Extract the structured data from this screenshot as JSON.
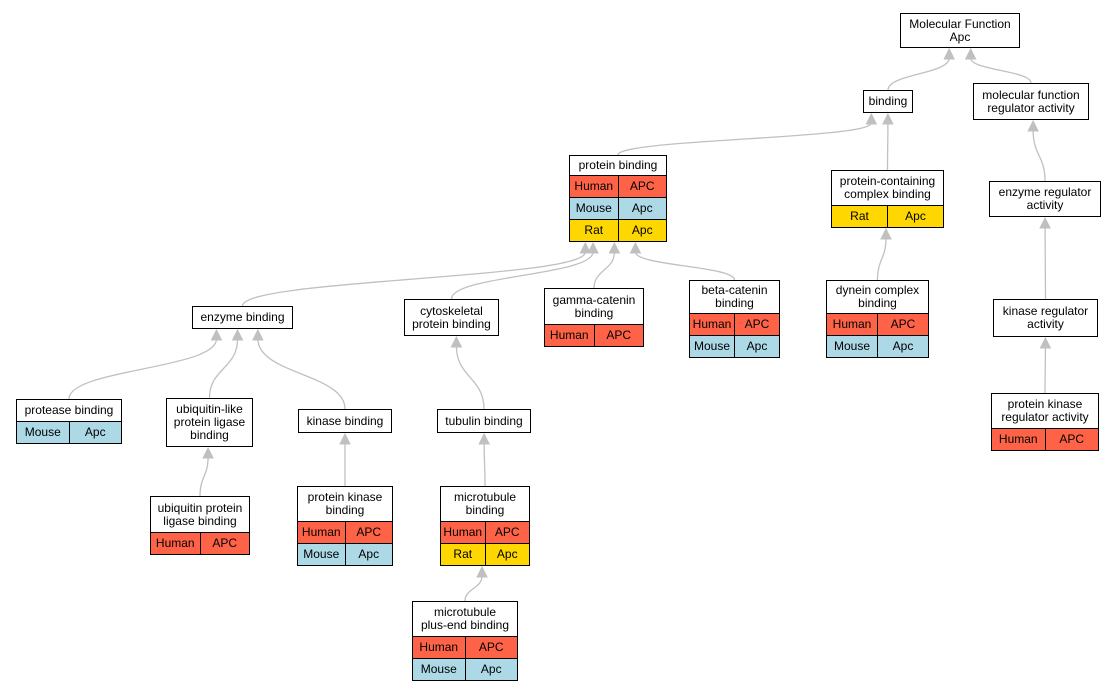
{
  "colors": {
    "human": "#ff6347",
    "mouse": "#add8e6",
    "rat": "#ffd700",
    "edge": "#c0c0c0"
  },
  "nodes": {
    "root": {
      "title": "Molecular Function\nApc",
      "rows": []
    },
    "binding": {
      "title": "binding",
      "rows": []
    },
    "mfra": {
      "title": "molecular function\nregulator activity",
      "rows": []
    },
    "protein_binding": {
      "title": "protein binding",
      "rows": [
        {
          "species": "Human",
          "gene": "APC",
          "key": "human"
        },
        {
          "species": "Mouse",
          "gene": "Apc",
          "key": "mouse"
        },
        {
          "species": "Rat",
          "gene": "Apc",
          "key": "rat"
        }
      ]
    },
    "pccb": {
      "title": "protein-containing\ncomplex binding",
      "rows": [
        {
          "species": "Rat",
          "gene": "Apc",
          "key": "rat"
        }
      ]
    },
    "era": {
      "title": "enzyme regulator\nactivity",
      "rows": []
    },
    "enzyme_binding": {
      "title": "enzyme binding",
      "rows": []
    },
    "cytoskeletal": {
      "title": "cytoskeletal\nprotein binding",
      "rows": []
    },
    "gamma": {
      "title": "gamma-catenin\nbinding",
      "rows": [
        {
          "species": "Human",
          "gene": "APC",
          "key": "human"
        }
      ]
    },
    "beta": {
      "title": "beta-catenin\nbinding",
      "rows": [
        {
          "species": "Human",
          "gene": "APC",
          "key": "human"
        },
        {
          "species": "Mouse",
          "gene": "Apc",
          "key": "mouse"
        }
      ]
    },
    "dynein": {
      "title": "dynein complex\nbinding",
      "rows": [
        {
          "species": "Human",
          "gene": "APC",
          "key": "human"
        },
        {
          "species": "Mouse",
          "gene": "Apc",
          "key": "mouse"
        }
      ]
    },
    "kra": {
      "title": "kinase regulator\nactivity",
      "rows": []
    },
    "protease": {
      "title": "protease binding",
      "rows": [
        {
          "species": "Mouse",
          "gene": "Apc",
          "key": "mouse"
        }
      ]
    },
    "ubl": {
      "title": "ubiquitin-like\nprotein ligase\nbinding",
      "rows": []
    },
    "kinase": {
      "title": "kinase binding",
      "rows": []
    },
    "tubulin": {
      "title": "tubulin binding",
      "rows": []
    },
    "pkra": {
      "title": "protein kinase\nregulator activity",
      "rows": [
        {
          "species": "Human",
          "gene": "APC",
          "key": "human"
        }
      ]
    },
    "upl": {
      "title": "ubiquitin protein\nligase binding",
      "rows": [
        {
          "species": "Human",
          "gene": "APC",
          "key": "human"
        }
      ]
    },
    "pkb": {
      "title": "protein kinase\nbinding",
      "rows": [
        {
          "species": "Human",
          "gene": "APC",
          "key": "human"
        },
        {
          "species": "Mouse",
          "gene": "Apc",
          "key": "mouse"
        }
      ]
    },
    "mtb": {
      "title": "microtubule\nbinding",
      "rows": [
        {
          "species": "Human",
          "gene": "APC",
          "key": "human"
        },
        {
          "species": "Rat",
          "gene": "Apc",
          "key": "rat"
        }
      ]
    },
    "mtpe": {
      "title": "microtubule\nplus-end binding",
      "rows": [
        {
          "species": "Human",
          "gene": "APC",
          "key": "human"
        },
        {
          "species": "Mouse",
          "gene": "Apc",
          "key": "mouse"
        }
      ]
    }
  },
  "edges": [
    [
      "binding",
      "root"
    ],
    [
      "mfra",
      "root"
    ],
    [
      "protein_binding",
      "binding"
    ],
    [
      "pccb",
      "binding"
    ],
    [
      "era",
      "mfra"
    ],
    [
      "enzyme_binding",
      "protein_binding"
    ],
    [
      "cytoskeletal",
      "protein_binding"
    ],
    [
      "gamma",
      "protein_binding"
    ],
    [
      "beta",
      "protein_binding"
    ],
    [
      "dynein",
      "pccb"
    ],
    [
      "kra",
      "era"
    ],
    [
      "protease",
      "enzyme_binding"
    ],
    [
      "ubl",
      "enzyme_binding"
    ],
    [
      "kinase",
      "enzyme_binding"
    ],
    [
      "tubulin",
      "cytoskeletal"
    ],
    [
      "pkra",
      "kra"
    ],
    [
      "upl",
      "ubl"
    ],
    [
      "pkb",
      "kinase"
    ],
    [
      "mtb",
      "tubulin"
    ],
    [
      "mtpe",
      "mtb"
    ]
  ]
}
